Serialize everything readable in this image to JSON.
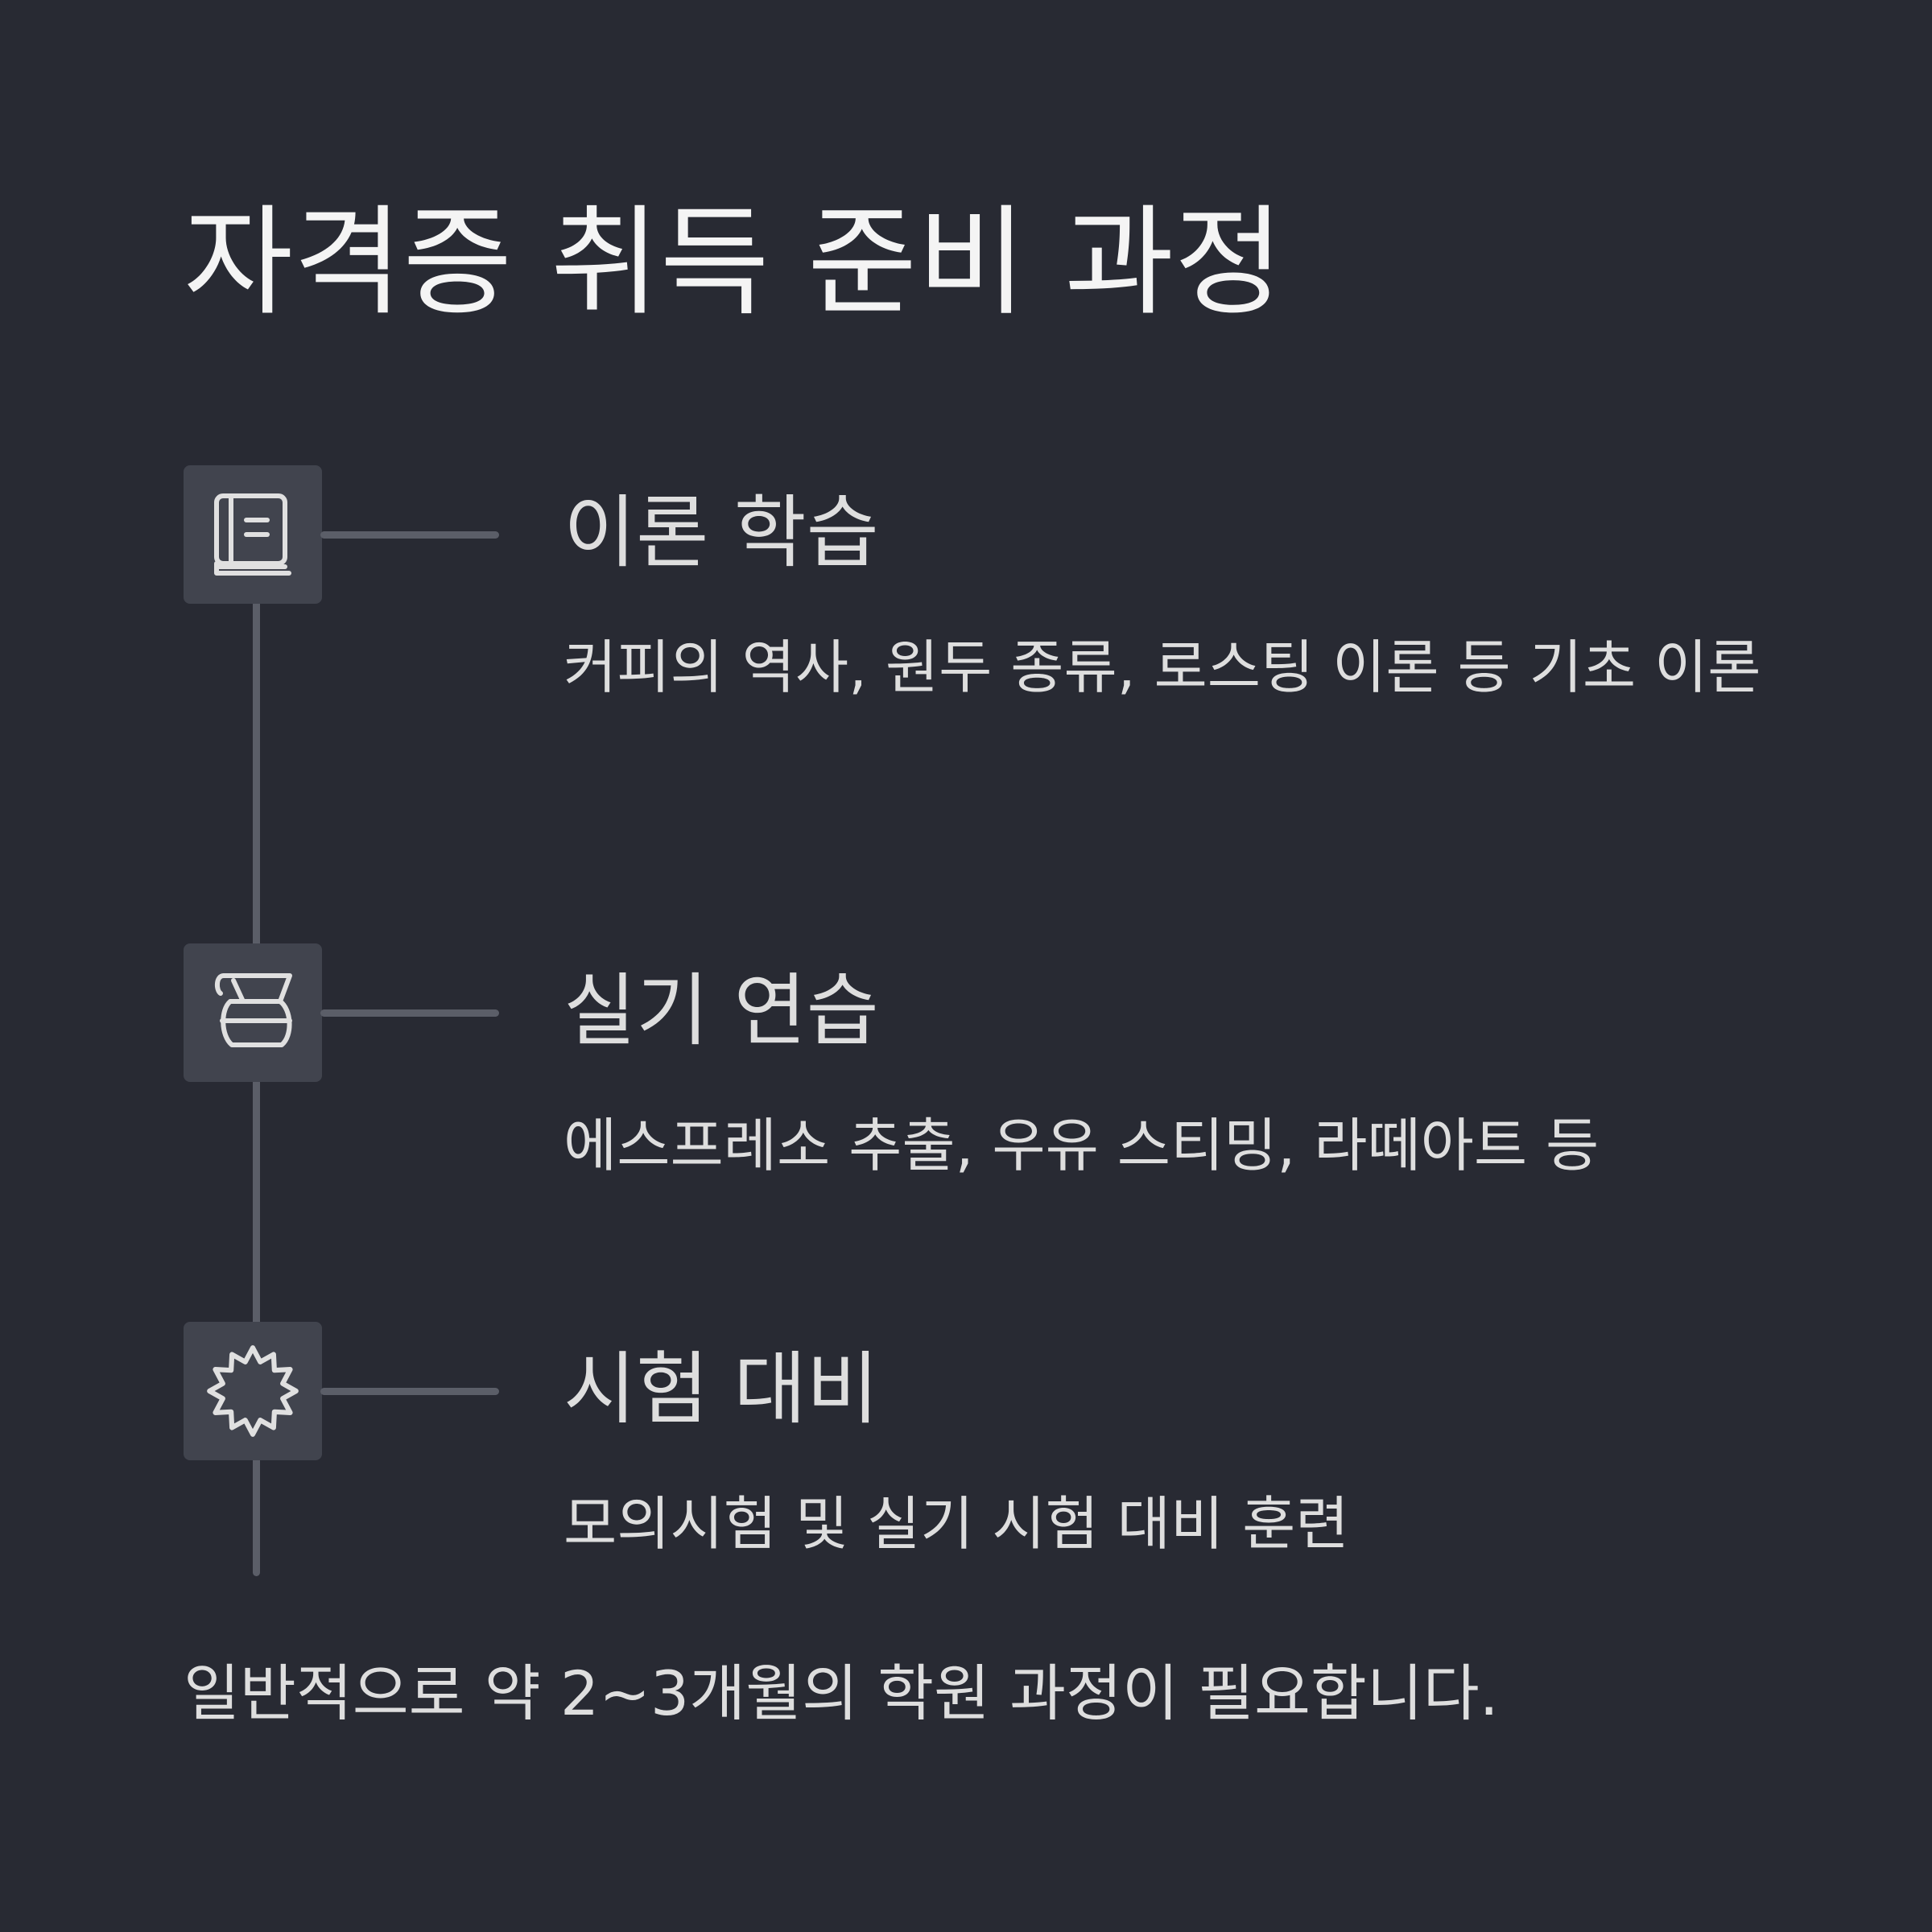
{
  "title": "자격증 취득 준비 과정",
  "steps": [
    {
      "icon": "book-icon",
      "title": "이론 학습",
      "description": "커피의 역사, 원두 종류, 로스팅 이론 등 기초 이론"
    },
    {
      "icon": "coffee-pot-icon",
      "title": "실기 연습",
      "description": "에스프레소 추출, 우유 스티밍, 라떼아트 등"
    },
    {
      "icon": "starburst-icon",
      "title": "시험 대비",
      "description": "모의시험 및 실기 시험 대비 훈련"
    }
  ],
  "footer": "일반적으로 약 2~3개월의 학원 과정이 필요합니다.",
  "colors": {
    "background": "#282a33",
    "icon_box": "#41444e",
    "line": "#5b5e68",
    "text": "#dedede"
  }
}
